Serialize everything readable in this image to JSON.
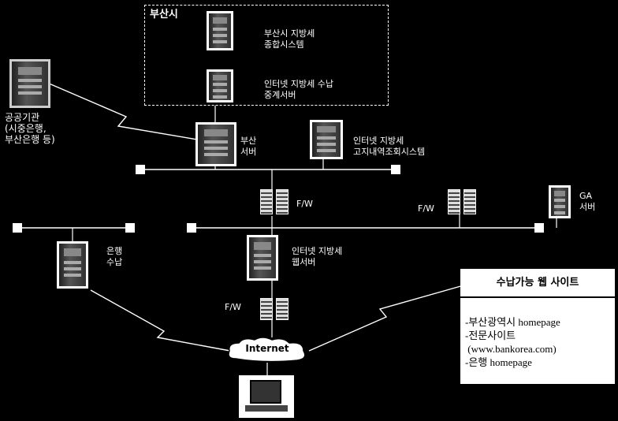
{
  "nodes": {
    "busan_city": {
      "title": "부산시"
    },
    "busan_main_server": {
      "label": "부산시 지방세\n종합시스템"
    },
    "internet_collection_server": {
      "label": "인터넷 지방세 수납\n중계서버"
    },
    "public_institutions": {
      "label": "공공기관\n(시중은행,\n부산은행 등)"
    },
    "busan_server": {
      "label": "부산\n서버"
    },
    "internet_inquiry_system": {
      "label": "인터넷 지방세\n고지내역조회시스템"
    },
    "ga_server": {
      "label": "GA\n서버"
    },
    "bank_network": {
      "label": "은행\n수납"
    },
    "internet_tax_server": {
      "label": "인터넷 지방세\n웹서버"
    },
    "internet": {
      "label": "Internet"
    },
    "firewalls": {
      "fw_label": "F/W"
    }
  },
  "info_box": {
    "title": "수납가능 웹 사이트",
    "items": [
      "-부산광역시 homepage",
      "-전문사이트",
      " (www.bankorea.com)",
      "-은행 homepage"
    ]
  },
  "colors": {
    "background": "#000000",
    "line": "#ffffff",
    "box": "#ffffff"
  },
  "icons": [
    "server-icon",
    "firewall-icon",
    "cloud-icon",
    "pc-icon",
    "building-icon"
  ]
}
